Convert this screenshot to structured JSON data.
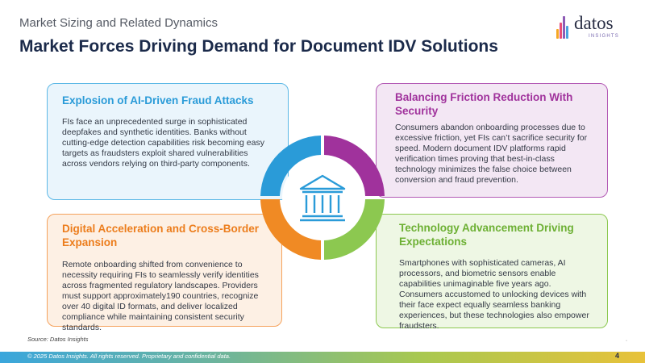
{
  "header": {
    "section": "Market Sizing and Related Dynamics",
    "title": "Market Forces Driving Demand for Document IDV Solutions"
  },
  "logo": {
    "word": "datos",
    "sub": "INSIGHTS"
  },
  "cards": [
    {
      "title": "Explosion of AI-Driven Fraud Attacks",
      "body": "FIs face an unprecedented surge in sophisticated deepfakes and synthetic identities. Banks without cutting-edge detection capabilities risk becoming easy targets as fraudsters exploit shared vulnerabilities across vendors relying on third-party components.",
      "color": "#2a9bd8"
    },
    {
      "title": "Balancing Friction Reduction With Security",
      "body": "Consumers abandon onboarding processes due to excessive friction, yet FIs can’t sacrifice security for speed. Modern document IDV platforms rapid verification times proving that best-in-class technology minimizes the false choice between conversion and fraud prevention.",
      "color": "#a0329c"
    },
    {
      "title": "Digital Acceleration and Cross-Border Expansion",
      "body": "Remote onboarding shifted from convenience to necessity requiring FIs to seamlessly verify identities across fragmented regulatory landscapes. Providers must support approximately190 countries, recognize over 40 digital ID formats, and deliver localized compliance while maintaining consistent security standards.",
      "color": "#ec7d1c"
    },
    {
      "title": "Technology Advancement Driving Expectations",
      "body": "Smartphones with sophisticated cameras, AI processors, and biometric sensors enable capabilities unimaginable five years ago. Consumers accustomed to unlocking devices with their face expect equally seamless banking experiences, but these technologies also empower fraudsters.",
      "color": "#6db034"
    }
  ],
  "center_icon": "bank-building-icon",
  "ring_colors": [
    "#2a9bd8",
    "#a0329c",
    "#8cc850",
    "#f08a24"
  ],
  "source": "Source: Datos Insights",
  "footer": {
    "copyright": "© 2025 Datos Insights. All rights reserved. Proprietary and confidential data.",
    "page": "4"
  }
}
